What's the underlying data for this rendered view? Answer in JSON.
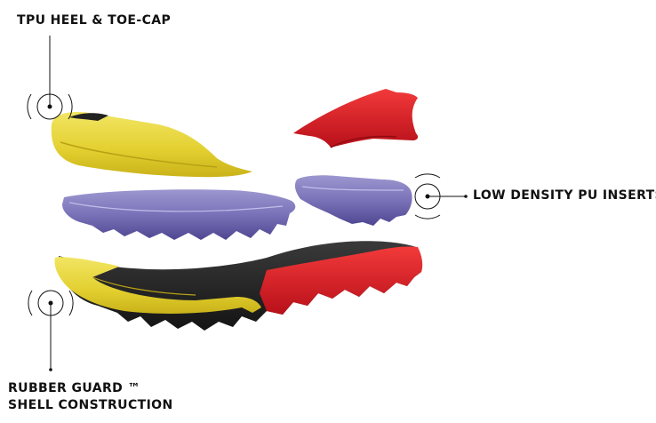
{
  "labels": {
    "tpu": "TPU HEEL & TOE-CAP",
    "pu": "LOW DENSITY PU INSERTS",
    "rubber_line1": "RUBBER GUARD ™",
    "rubber_line2": "SHELL CONSTRUCTION"
  },
  "colors": {
    "yellow": "#e8d63a",
    "purple": "#6e66ae",
    "red": "#d8141e",
    "black": "#1e1e1e",
    "text": "#111111"
  }
}
